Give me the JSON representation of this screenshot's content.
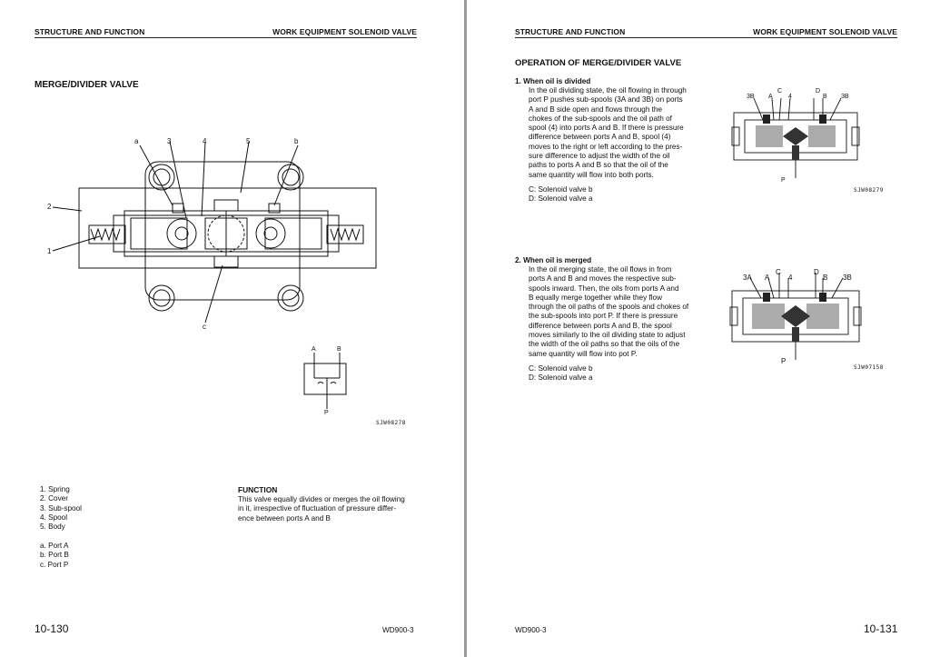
{
  "left": {
    "header_left": "STRUCTURE AND FUNCTION",
    "header_right": "WORK EQUIPMENT SOLENOID VALVE",
    "title": "MERGE/DIVIDER VALVE",
    "callouts": {
      "a": "a",
      "n3": "3",
      "n4": "4",
      "n5": "5",
      "b": "b",
      "n2": "2",
      "n1": "1",
      "c": "c"
    },
    "symbol_labels": {
      "A": "A",
      "B": "B",
      "P": "P"
    },
    "figure_code": "SJW08278",
    "parts": [
      "1. Spring",
      "2. Cover",
      "3. Sub-spool",
      "4. Spool",
      "5. Body"
    ],
    "ports": [
      "a. Port A",
      "b. Port B",
      "c. Port P"
    ],
    "function_heading": "FUNCTION",
    "function_lines": [
      "This valve equally divides or merges the oil flowing",
      "in it, irrespective of fluctuation of pressure differ-",
      "ence between ports A and B"
    ],
    "page_number": "10-130",
    "model": "WD900-3"
  },
  "right": {
    "header_left": "STRUCTURE AND FUNCTION",
    "header_right": "WORK EQUIPMENT SOLENOID VALVE",
    "title": "OPERATION OF MERGE/DIVIDER VALVE",
    "section1": {
      "heading": "1.  When oil is divided",
      "lines": [
        "In the oil dividing state, the oil flowing in through",
        "port P pushes sub-spools (3A and 3B) on ports",
        "A and B side open and flows through the",
        "chokes of the sub-spools and the oil path of",
        "spool (4) into ports A and B. If there is pressure",
        "difference between ports A and B, spool (4)",
        "moves to the right or left according to the pres-",
        "sure difference to adjust the width of the oil",
        "paths to ports A and B so that the oil of the",
        "same quantity will flow into both ports."
      ],
      "notes": [
        "C: Solenoid valve b",
        "D: Solenoid valve a"
      ],
      "fig_labels": {
        "l3B": "3B",
        "lA": "A",
        "lC": "C",
        "l4": "4",
        "lD": "D",
        "lB": "B",
        "r3B": "3B",
        "P": "P"
      },
      "figure_code": "SJW08279"
    },
    "section2": {
      "heading": "2.  When oil is merged",
      "lines": [
        "In the oil merging state, the oil flows in from",
        "ports A and B and moves the respective sub-",
        "spools inward.  Then, the oils from ports A and",
        "B equally merge together while they flow",
        "through the oil paths of the spools and chokes of",
        "the sub-spools into port P.  If there is pressure",
        "difference between ports A and B, the spool",
        "moves similarly to the oil dividing state to adjust",
        "the width of the oil paths so that the oils of the",
        "same quantity will flow into pot P."
      ],
      "notes": [
        "C: Solenoid valve b",
        "D: Solenoid valve a"
      ],
      "fig_labels": {
        "l3A": "3A",
        "lA": "A",
        "lC": "C",
        "l4": "4",
        "lD": "D",
        "lB": "B",
        "r3B": "3B",
        "P": "P"
      },
      "figure_code": "SJW07158"
    },
    "model": "WD900-3",
    "page_number": "10-131"
  }
}
